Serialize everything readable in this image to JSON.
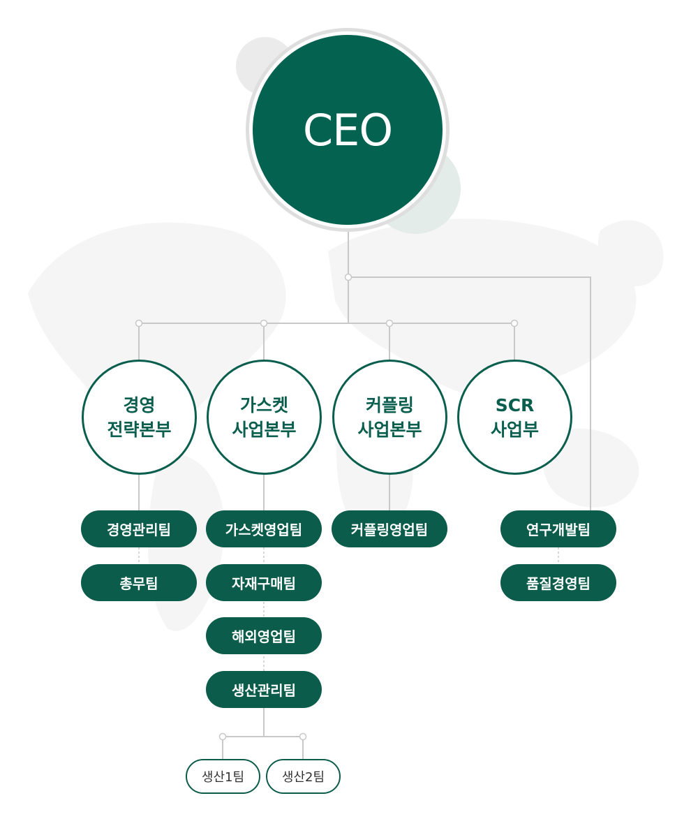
{
  "ceo": {
    "label": "CEO"
  },
  "divisions": [
    {
      "label": "경영\n전략본부"
    },
    {
      "label": "가스켓\n사업본부"
    },
    {
      "label": "커플링\n사업본부"
    },
    {
      "label": "SCR\n사업부"
    }
  ],
  "teams": {
    "management": [
      "경영관리팀",
      "총무팀"
    ],
    "gasket": [
      "가스켓영업팀",
      "자재구매팀",
      "해외영업팀",
      "생산관리팀"
    ],
    "coupling": [
      "커플링영업팀"
    ],
    "rnd": [
      "연구개발팀",
      "품질경영팀"
    ]
  },
  "production_teams": [
    "생산1팀",
    "생산2팀"
  ],
  "colors": {
    "primary": "#046251",
    "line": "#c8c8c8",
    "background": "#ffffff"
  }
}
